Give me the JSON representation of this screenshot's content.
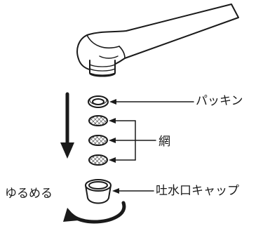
{
  "labels": {
    "packing": "パッキン",
    "net": "網",
    "spout_cap": "吐水口キャップ",
    "loosen": "ゆるめる"
  },
  "colors": {
    "line": "#1a1a1a",
    "background": "#ffffff"
  },
  "icons": {
    "faucet": "faucet-spout-illustration",
    "arrow_down": "down-arrow-icon",
    "rotate_arrow": "counterclockwise-rotate-arrow-icon"
  }
}
